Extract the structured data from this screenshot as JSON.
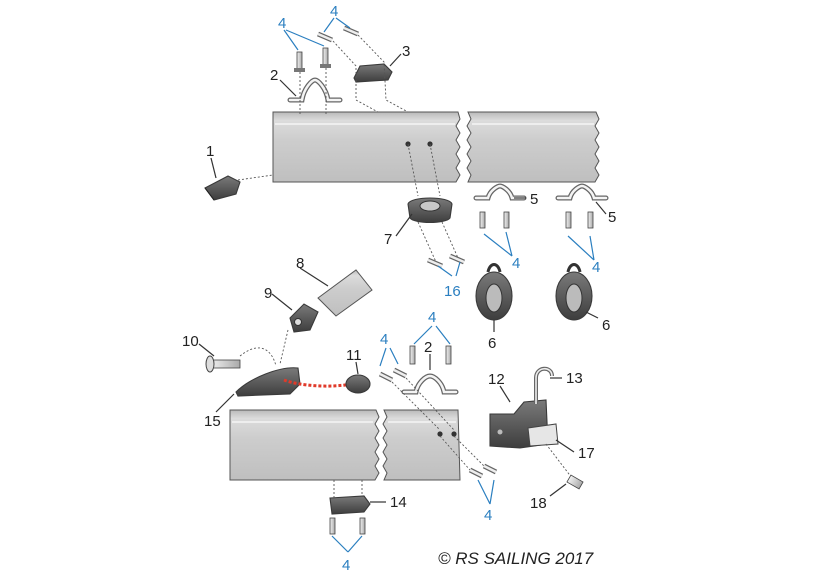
{
  "labels": {
    "p1": "1",
    "p2a": "2",
    "p2b": "2",
    "p3": "3",
    "p4_top_a": "4",
    "p4_top_b": "4",
    "p4_mid_a": "4",
    "p4_mid_b": "4",
    "p4_low_a": "4",
    "p4_low_b": "4",
    "p4_bot_a": "4",
    "p4_bot_b": "4",
    "p5a": "5",
    "p5b": "5",
    "p6a": "6",
    "p6b": "6",
    "p7": "7",
    "p8": "8",
    "p9": "9",
    "p10": "10",
    "p11": "11",
    "p12": "12",
    "p13": "13",
    "p14": "14",
    "p15": "15",
    "p16": "16",
    "p17": "17",
    "p18": "18"
  },
  "copyright": "© RS SAILING 2017",
  "colors": {
    "label": "#222222",
    "fastener_label": "#2b7fc0",
    "spar_gray": "#c9c9c9",
    "part_dark": "#3a3a3a",
    "rope_red": "#e03a2a"
  }
}
